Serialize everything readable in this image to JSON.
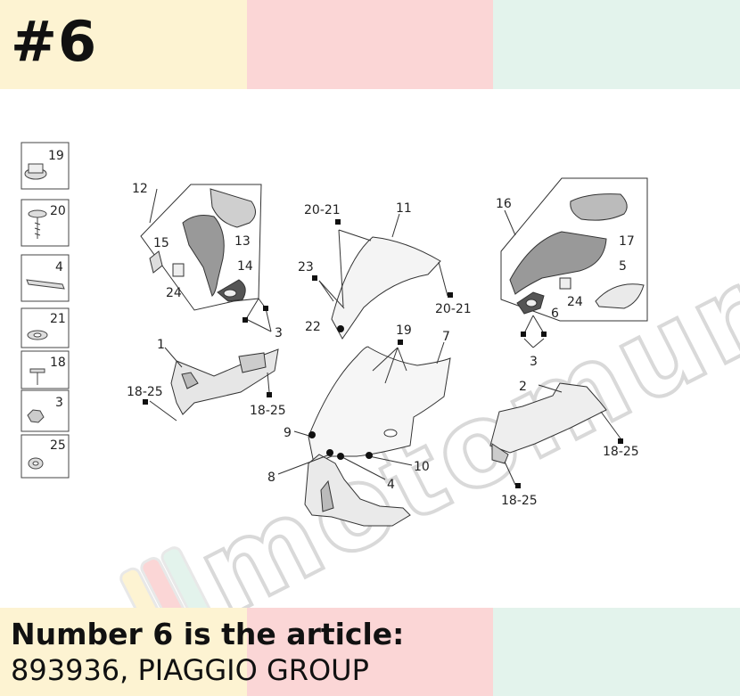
{
  "header": {
    "part_number": "#6"
  },
  "watermark": {
    "text": "motomurcia"
  },
  "caption": {
    "line1": "Number 6 is the article:",
    "line2": "893936, PIAGGIO GROUP"
  },
  "colors": {
    "band_yellow": "#fdf3d2",
    "band_pink": "#fbd6d6",
    "band_mint": "#e3f3ec",
    "line": "#333333"
  },
  "legend_boxes": [
    {
      "num": "19",
      "icon": "grommet-icon"
    },
    {
      "num": "20",
      "icon": "screw-icon"
    },
    {
      "num": "4",
      "icon": "tape-strip-icon"
    },
    {
      "num": "21",
      "icon": "washer-icon"
    },
    {
      "num": "18",
      "icon": "bolt-icon"
    },
    {
      "num": "3",
      "icon": "nut-icon"
    },
    {
      "num": "25",
      "icon": "flat-washer-icon"
    }
  ],
  "callouts": {
    "c12": "12",
    "c13": "13",
    "c14": "14",
    "c15": "15",
    "c24a": "24",
    "c3a": "3",
    "c1": "1",
    "c18_25a": "18-25",
    "c18_25b": "18-25",
    "c20_21a": "20-21",
    "c11": "11",
    "c23": "23",
    "c20_21b": "20-21",
    "c22": "22",
    "c19": "19",
    "c7": "7",
    "c9": "9",
    "c8": "8",
    "c4": "4",
    "c10": "10",
    "c16": "16",
    "c17": "17",
    "c5": "5",
    "c6": "6",
    "c24b": "24",
    "c3b": "3",
    "c2": "2",
    "c18_25c": "18-25",
    "c18_25d": "18-25"
  }
}
